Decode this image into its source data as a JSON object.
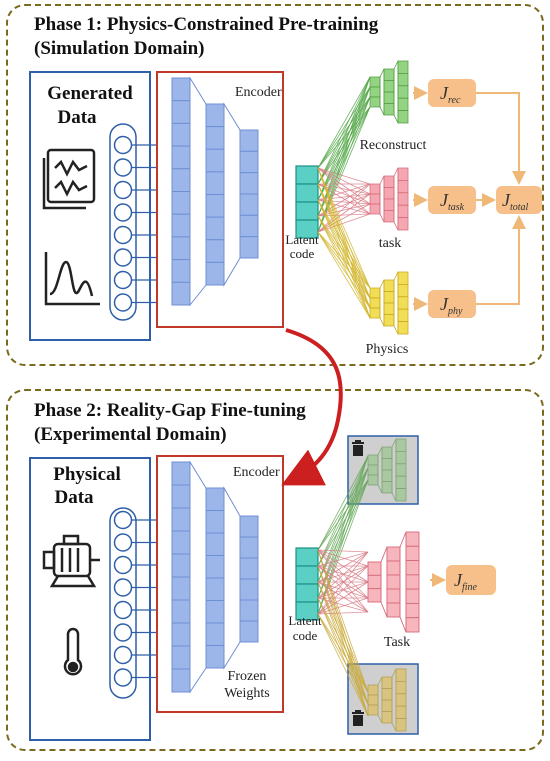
{
  "phase1": {
    "title_line1": "Phase 1: Physics-Constrained Pre-training",
    "title_line2": "(Simulation Domain)",
    "input_label_line1": "Generated",
    "input_label_line2": "Data",
    "encoder_label": "Encoder",
    "latent_label_line1": "Latent",
    "latent_label_line2": "code",
    "branches": [
      {
        "label": "Reconstruct",
        "loss": "rec",
        "color": "#8fd17d"
      },
      {
        "label": "task",
        "loss": "task",
        "color": "#f5a3ad"
      },
      {
        "label": "Physics",
        "loss": "phy",
        "color": "#f2dc4f"
      }
    ],
    "loss_symbol": "J",
    "total_loss": "total"
  },
  "phase2": {
    "title_line1": "Phase 2: Reality-Gap Fine-tuning",
    "title_line2": "(Experimental Domain)",
    "input_label_line1": "Physical",
    "input_label_line2": "Data",
    "encoder_label": "Encoder",
    "frozen_line1": "Frozen",
    "frozen_line2": "Weights",
    "latent_label_line1": "Latent",
    "latent_label_line2": "code",
    "task_label": "Task",
    "loss_symbol": "J",
    "fine_loss": "fine"
  },
  "colors": {
    "phase_border": "#7a6a1e",
    "input_border": "#2e5fa8",
    "encoder_border": "#c0392b",
    "encoder_fill": "#9db6ea",
    "latent_fill": "#5ad0c4",
    "loss_fill": "#f7c08a",
    "connector": "#f0b877",
    "arrow_red": "#cc1f1f",
    "disabled_fill": "#cfcfcf"
  }
}
